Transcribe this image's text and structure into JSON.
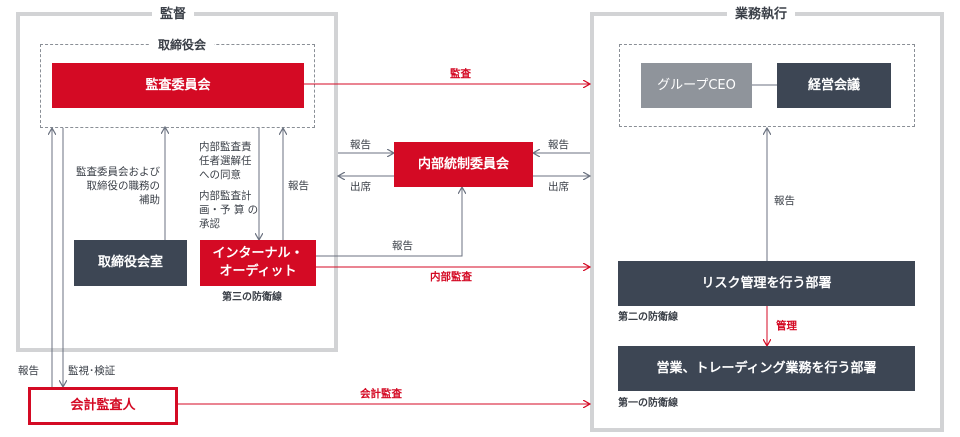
{
  "supervision": {
    "title": "監督",
    "board": "取締役会",
    "audit_committee": "監査委員会",
    "board_office": "取締役会室",
    "internal_audit": "インターナル・\nオーディット",
    "third_line": "第三の防衛線",
    "label_support": "監査委員会および\n取締役の職務の\n補助",
    "label_consent": "内部監査責\n任者選解任\nへの同意",
    "label_plan": "内部監査計\n画・予 算 の\n承認",
    "label_report_vertical": "報告"
  },
  "center": {
    "internal_control_committee": "内部統制委員会",
    "left_report": "報告",
    "left_attend": "出席",
    "right_report": "報告",
    "right_attend": "出席",
    "ia_report": "報告"
  },
  "execution": {
    "title": "業務執行",
    "group_ceo": "グループCEO",
    "management_meeting": "経営会議",
    "risk_dept": "リスク管理を行う部署",
    "second_line": "第二の防衛線",
    "management": "管理",
    "business_dept": "営業、トレーディング業務を行う部署",
    "first_line": "第一の防衛線",
    "report_up": "報告"
  },
  "flows": {
    "audit": "監査",
    "internal_audit": "内部監査",
    "accounting_audit": "会計監査"
  },
  "external": {
    "accounting_auditor": "会計監査人",
    "report": "報告",
    "monitor": "監視･検証"
  },
  "colors": {
    "red": "#d40a24",
    "navy": "#3d4654",
    "grey": "#8f949b",
    "panel": "#d2d3d5",
    "line": "#6b7280"
  }
}
